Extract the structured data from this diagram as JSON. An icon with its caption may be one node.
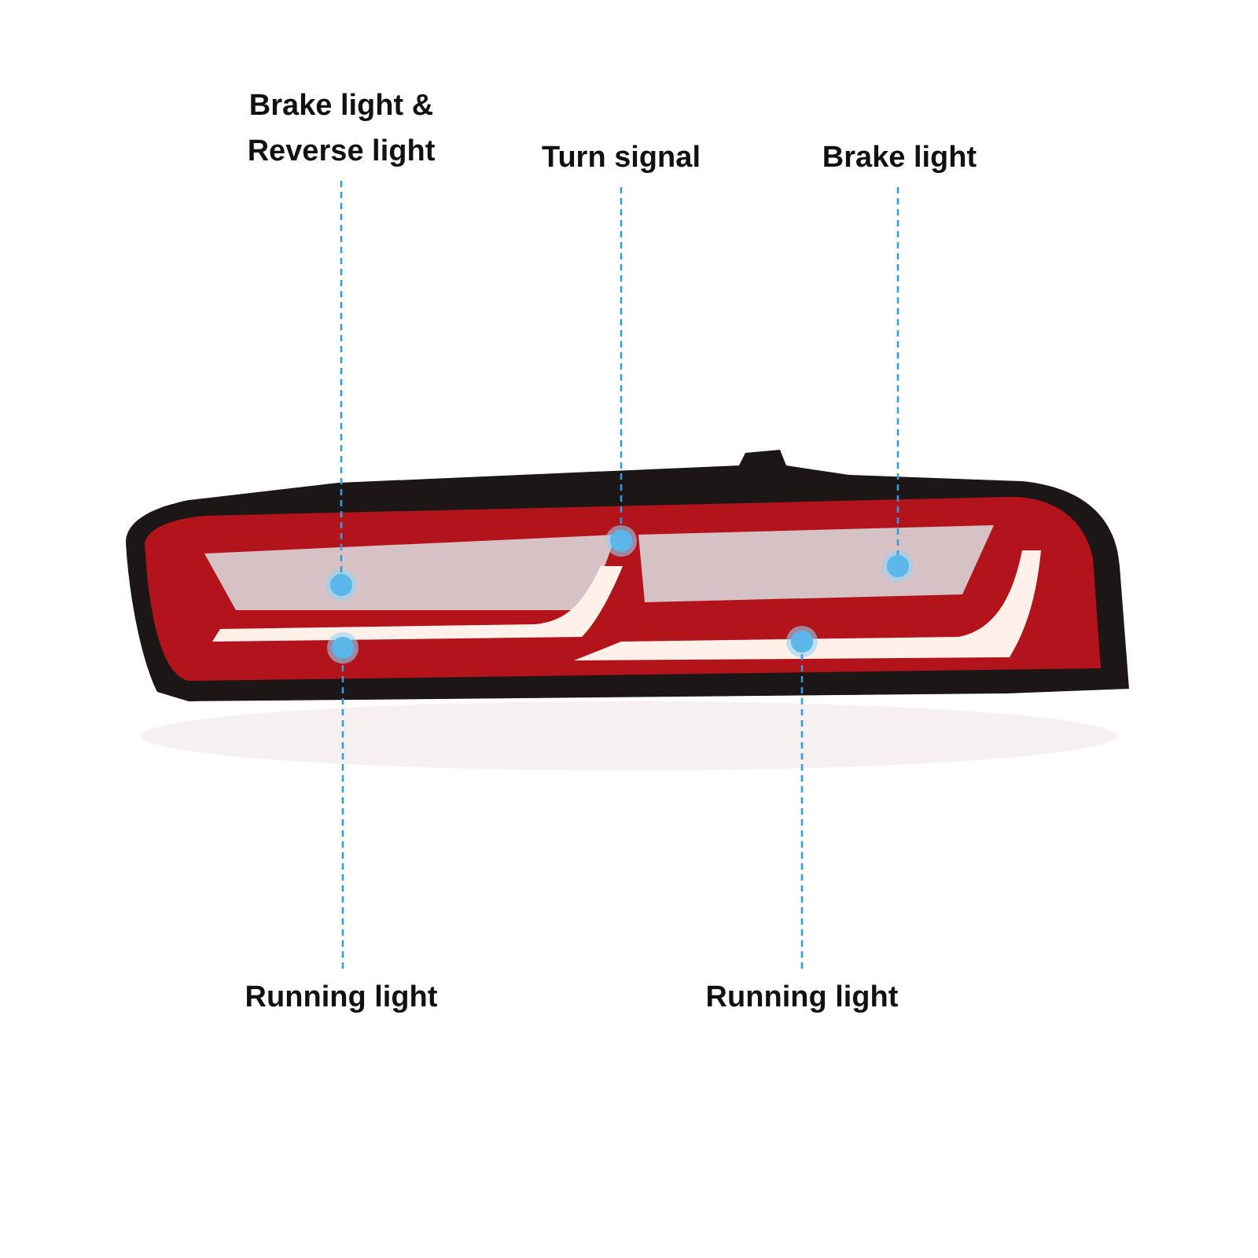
{
  "diagram": {
    "nodes": [
      {
        "text": [
          "Brake light & Reverse light"
        ]
      },
      {
        "text": [
          "Turn signal"
        ]
      },
      {
        "text": [
          "Brake light"
        ]
      },
      {
        "text": [
          "Running light"
        ]
      },
      {
        "text": [
          "Running light"
        ]
      },
      {
        "text": [],
        "shape": "circle"
      },
      {
        "text": [],
        "shape": "circle"
      },
      {
        "text": [],
        "shape": "circle"
      },
      {
        "text": [],
        "shape": "circle"
      },
      {
        "text": [],
        "shape": "circle"
      }
    ],
    "edges": [
      {
        "from": 0,
        "to": 5,
        "arrow": "none",
        "style": "dashed"
      },
      {
        "from": 1,
        "to": 7,
        "arrow": "none",
        "style": "dashed"
      },
      {
        "from": 2,
        "to": 9,
        "arrow": "none",
        "style": "dashed"
      },
      {
        "from": 3,
        "to": 6,
        "arrow": "none",
        "style": "dashed"
      },
      {
        "from": 4,
        "to": 8,
        "arrow": "none",
        "style": "dashed"
      }
    ]
  }
}
